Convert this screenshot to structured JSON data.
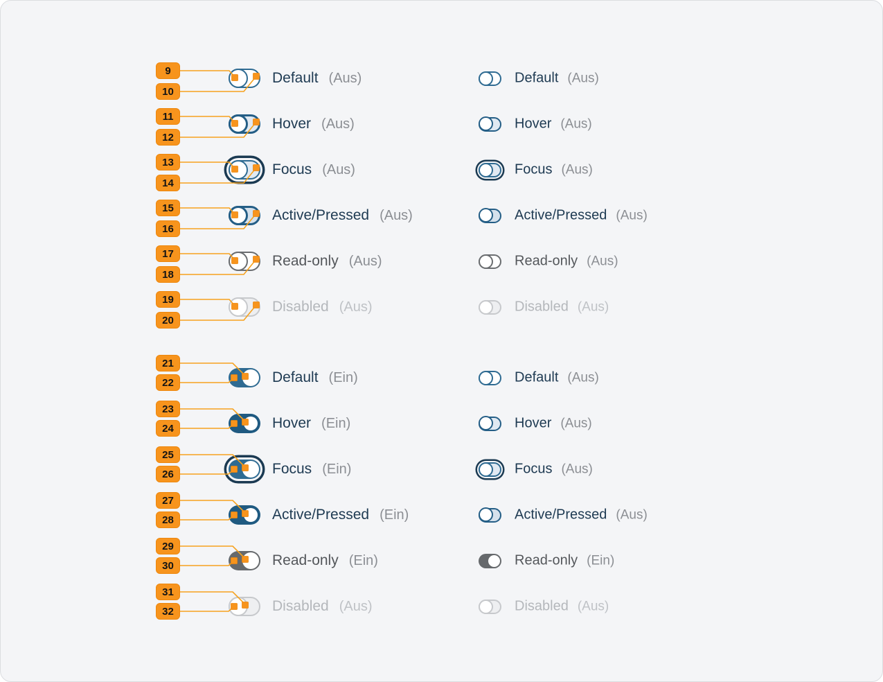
{
  "canvas": {
    "description": "toggle-switch-state-specification",
    "on_state_word": "Ein",
    "off_state_word": "Aus"
  },
  "colors": {
    "card_background": "#F4F5F7",
    "annotation_orange": "#F7941D",
    "connector_orange": "#F6A21E",
    "toggle_blue": "#2F6B92",
    "toggle_blue_dark": "#245E86",
    "track_on_blue_deep": "#1F5A81",
    "focus_ring_navy": "#1B3A52",
    "readonly_gray": "#6A6D70",
    "disabled_gray": "#C7C9CC",
    "label_navy": "#1E3A52",
    "label_readonly_gray": "#54575B",
    "label_disabled_gray": "#B4B7BB",
    "value_gray": "#8B8E93"
  },
  "left_column": {
    "rows": [
      {
        "badges": [
          "9",
          "10"
        ],
        "state": "default-off",
        "label": "Default",
        "value": "(Aus)",
        "tone": "normal"
      },
      {
        "badges": [
          "11",
          "12"
        ],
        "state": "hover-off",
        "label": "Hover",
        "value": "(Aus)",
        "tone": "normal"
      },
      {
        "badges": [
          "13",
          "14"
        ],
        "state": "focus-off",
        "label": "Focus",
        "value": "(Aus)",
        "tone": "normal"
      },
      {
        "badges": [
          "15",
          "16"
        ],
        "state": "active-off",
        "label": "Active/Pressed",
        "value": "(Aus)",
        "tone": "normal"
      },
      {
        "badges": [
          "17",
          "18"
        ],
        "state": "readonly-off",
        "label": "Read-only",
        "value": "(Aus)",
        "tone": "readonly"
      },
      {
        "badges": [
          "19",
          "20"
        ],
        "state": "disabled-off",
        "label": "Disabled",
        "value": "(Aus)",
        "tone": "disabled"
      },
      {
        "badges": [
          "21",
          "22"
        ],
        "state": "default-on",
        "label": "Default",
        "value": "(Ein)",
        "tone": "normal"
      },
      {
        "badges": [
          "23",
          "24"
        ],
        "state": "hover-on",
        "label": "Hover",
        "value": "(Ein)",
        "tone": "normal"
      },
      {
        "badges": [
          "25",
          "26"
        ],
        "state": "focus-on",
        "label": "Focus",
        "value": "(Ein)",
        "tone": "normal"
      },
      {
        "badges": [
          "27",
          "28"
        ],
        "state": "active-on",
        "label": "Active/Pressed",
        "value": "(Ein)",
        "tone": "normal"
      },
      {
        "badges": [
          "29",
          "30"
        ],
        "state": "readonly-on",
        "label": "Read-only",
        "value": "(Ein)",
        "tone": "readonly"
      },
      {
        "badges": [
          "31",
          "32"
        ],
        "state": "disabled-off",
        "label": "Disabled",
        "value": "(Aus)",
        "tone": "disabled"
      }
    ]
  },
  "right_column": {
    "rows": [
      {
        "state": "default-off",
        "label": "Default",
        "value": "(Aus)",
        "tone": "normal"
      },
      {
        "state": "hover-off",
        "label": "Hover",
        "value": "(Aus)",
        "tone": "normal"
      },
      {
        "state": "focus-off",
        "label": "Focus",
        "value": "(Aus)",
        "tone": "normal"
      },
      {
        "state": "active-off",
        "label": "Active/Pressed",
        "value": "(Aus)",
        "tone": "normal"
      },
      {
        "state": "readonly-off",
        "label": "Read-only",
        "value": "(Aus)",
        "tone": "readonly"
      },
      {
        "state": "disabled-off",
        "label": "Disabled",
        "value": "(Aus)",
        "tone": "disabled"
      },
      {
        "state": "default-off",
        "label": "Default",
        "value": "(Aus)",
        "tone": "normal"
      },
      {
        "state": "hover-off",
        "label": "Hover",
        "value": "(Aus)",
        "tone": "normal"
      },
      {
        "state": "focus-off",
        "label": "Focus",
        "value": "(Aus)",
        "tone": "normal"
      },
      {
        "state": "active-off",
        "label": "Active/Pressed",
        "value": "(Aus)",
        "tone": "normal"
      },
      {
        "state": "readonly-on",
        "label": "Read-only",
        "value": "(Ein)",
        "tone": "readonly"
      },
      {
        "state": "disabled-off",
        "label": "Disabled",
        "value": "(Aus)",
        "tone": "disabled"
      }
    ]
  }
}
